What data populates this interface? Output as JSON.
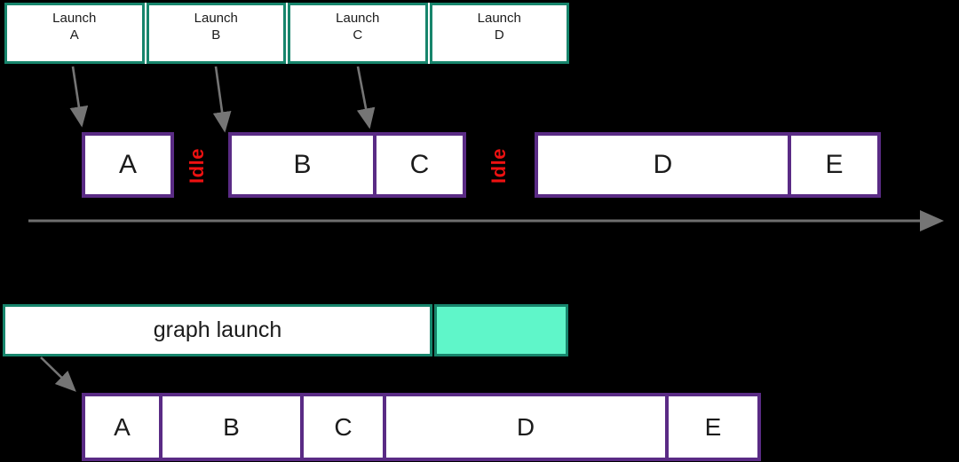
{
  "colors": {
    "background": "#000000",
    "teal_border": "#17856C",
    "mint_fill": "#5FF6C9",
    "purple_border": "#5A2B85",
    "idle_red": "#EE1111",
    "arrow_gray": "#757575",
    "box_fill": "#FFFFFF",
    "text_black": "#1B1B1B"
  },
  "top_strip": {
    "cells": [
      {
        "line1": "Launch",
        "line2": "A"
      },
      {
        "line1": "Launch",
        "line2": "B"
      },
      {
        "line1": "Launch",
        "line2": "C"
      },
      {
        "line1": "Launch",
        "line2": "D"
      }
    ]
  },
  "kernel_timeline": {
    "kernels": [
      "A",
      "B",
      "C",
      "D",
      "E"
    ],
    "idle_labels": [
      "Idle",
      "Idle"
    ]
  },
  "graph_launch": {
    "label": "graph launch"
  },
  "graph_timeline": {
    "kernels": [
      "A",
      "B",
      "C",
      "D",
      "E"
    ]
  }
}
